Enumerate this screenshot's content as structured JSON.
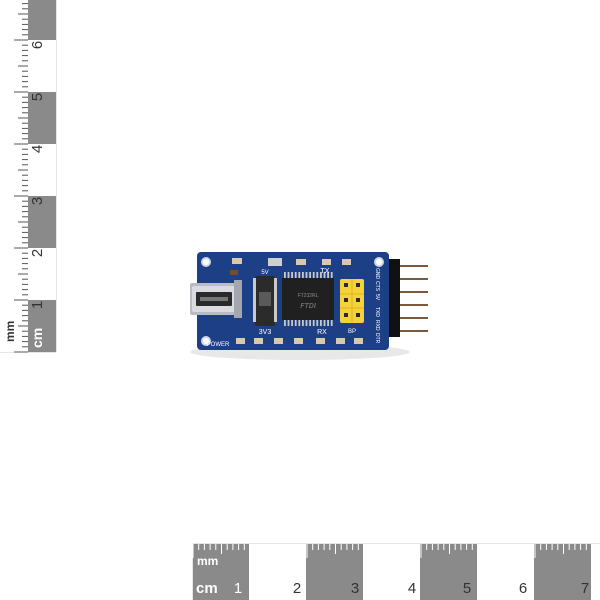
{
  "photo": {
    "subject": "FTDI USB to serial breakout board",
    "background_color": "#ffffff",
    "pcb_color": "#1d3f86"
  },
  "left_ruler": {
    "unit_mm": "mm",
    "unit_cm": "cm",
    "numbers": [
      "1",
      "2",
      "3",
      "4",
      "5",
      "6"
    ],
    "dark_color": "#8a8a8a",
    "light_color": "#ffffff"
  },
  "bottom_ruler": {
    "unit_mm": "mm",
    "unit_cm": "cm",
    "numbers": [
      "1",
      "2",
      "3",
      "4",
      "5",
      "6",
      "7"
    ],
    "dark_color": "#8a8a8a",
    "light_color": "#ffffff"
  },
  "board": {
    "power_label": "POWER",
    "tx_label": "TX",
    "rx_label": "RX",
    "voltage_label": "3V3",
    "switch_label": "5V",
    "jumper_label": "BP",
    "chip_text": "FT232RL",
    "pin_labels": [
      "GND",
      "CTS",
      "5V",
      "TXD",
      "RXD",
      "DTR"
    ],
    "jumper_color": "#f5d23a",
    "pin_color": "#7a5a3a"
  }
}
